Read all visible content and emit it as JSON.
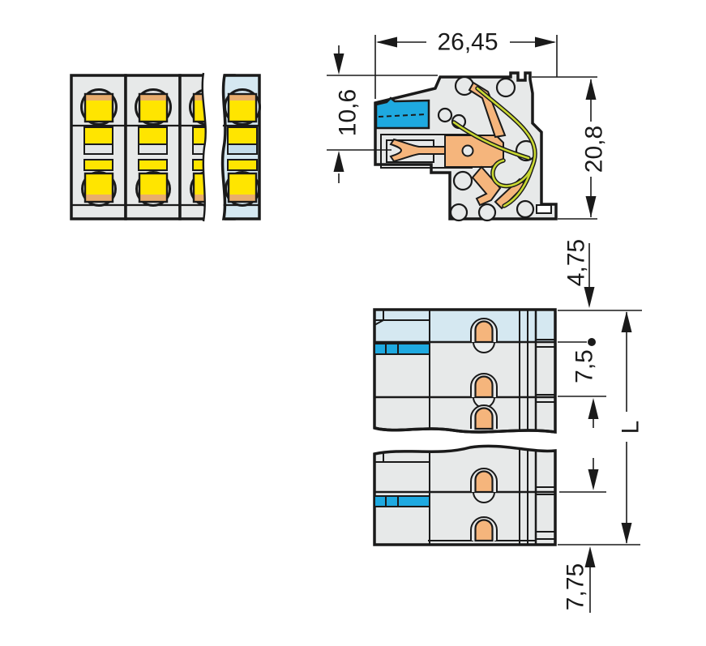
{
  "dimensions": {
    "overall_width": "26,45",
    "entry_height": "10,6",
    "overall_height": "20,8",
    "first_pole_offset": "4,75",
    "pole_pitch": "7,5",
    "overall_length": "L",
    "end_offset": "7,75"
  },
  "colors": {
    "outline": "#1a1a1a",
    "housing_gray": "#e7e9e9",
    "button_yellow": "#ffe500",
    "button_strip_orange": "#e9ad6d",
    "contact_copper": "#f5b57c",
    "marking_cyan": "#1ea9e0",
    "end_module_blue": "#d5e8f1",
    "spring_wire_green": "#c9d832"
  }
}
